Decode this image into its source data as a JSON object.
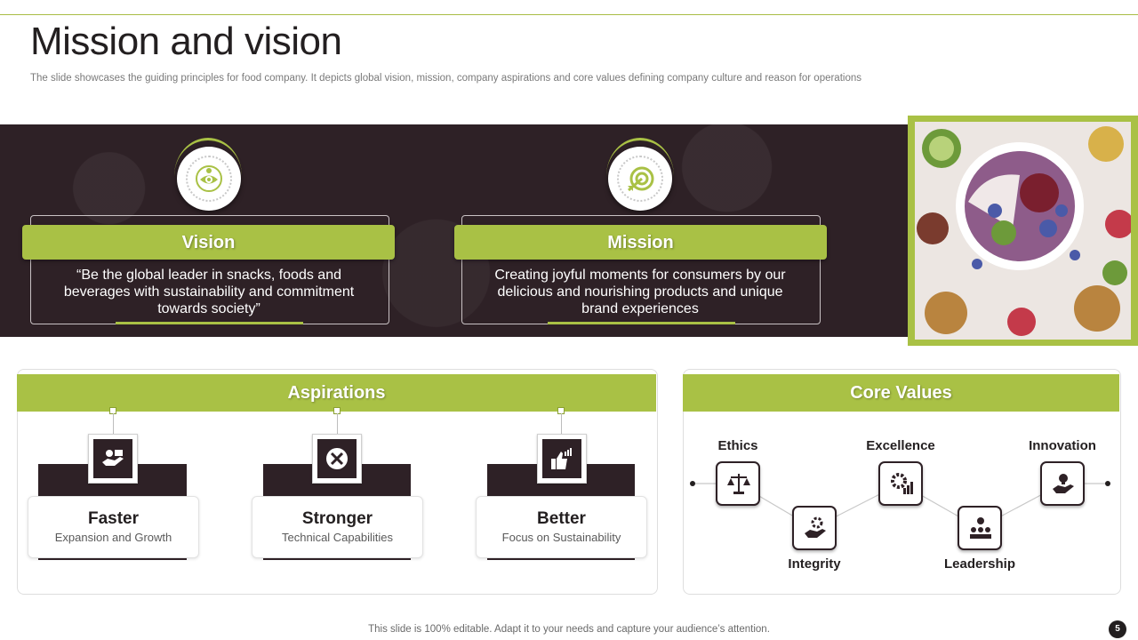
{
  "slide": {
    "title": "Mission and vision",
    "subtitle": "The slide showcases the guiding principles for food company. It depicts global vision, mission, company aspirations and core values defining company culture and reason for operations",
    "footer": "This slide is 100% editable. Adapt it to your needs and capture your audience’s attention.",
    "page_number": "5"
  },
  "vision": {
    "label": "Vision",
    "text": "“Be the global leader in snacks, foods and beverages with sustainability and commitment towards society”",
    "icon": "eye-target-icon"
  },
  "mission": {
    "label": "Mission",
    "text": "Creating joyful moments for consumers by our delicious and nourishing products and unique brand experiences",
    "icon": "arrow-target-icon"
  },
  "aspirations": {
    "title": "Aspirations",
    "items": [
      {
        "heading": "Faster",
        "sub": "Expansion and Growth",
        "icon": "hand-money-icon"
      },
      {
        "heading": "Stronger",
        "sub": "Technical Capabilities",
        "icon": "tools-gear-icon"
      },
      {
        "heading": "Better",
        "sub": "Focus on Sustainability",
        "icon": "thumbs-up-chart-icon"
      }
    ]
  },
  "core_values": {
    "title": "Core Values",
    "items": [
      {
        "label": "Ethics",
        "icon": "scales-icon"
      },
      {
        "label": "Integrity",
        "icon": "hand-gear-icon"
      },
      {
        "label": "Excellence",
        "icon": "gear-chart-icon"
      },
      {
        "label": "Leadership",
        "icon": "team-leader-icon"
      },
      {
        "label": "Innovation",
        "icon": "hand-bulb-icon"
      }
    ]
  },
  "colors": {
    "accent": "#a9c145",
    "dark": "#2e2126",
    "text": "#231f20"
  }
}
